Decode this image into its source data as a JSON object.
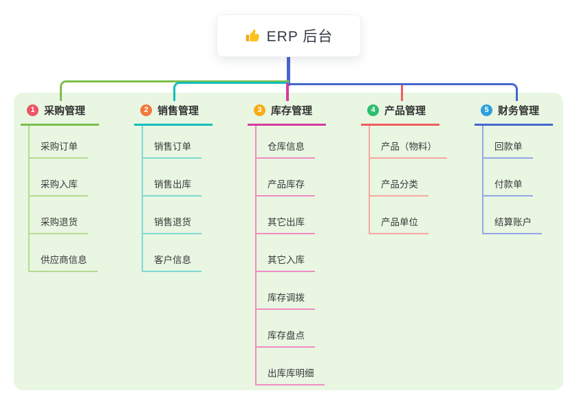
{
  "root": {
    "title": "ERP 后台",
    "icon": "thumbs-up-icon"
  },
  "colors": {
    "trunk": "#4766cf",
    "panel_bg": "#e8f6e2",
    "root_text": "#333b44",
    "child_text": "#3a3a3a"
  },
  "branches": [
    {
      "badge": "1",
      "title": "采购管理",
      "badge_color": "#ed5565",
      "line_color": "#7cbe4b",
      "child_line_color": "#b5db8e",
      "children": [
        "采购订单",
        "采购入库",
        "采购退货",
        "供应商信息"
      ]
    },
    {
      "badge": "2",
      "title": "销售管理",
      "badge_color": "#f0793a",
      "line_color": "#10bfb9",
      "child_line_color": "#7ed8d3",
      "children": [
        "销售订单",
        "销售出库",
        "销售退货",
        "客户信息"
      ]
    },
    {
      "badge": "3",
      "title": "库存管理",
      "badge_color": "#f7ac16",
      "line_color": "#d63aa0",
      "child_line_color": "#f18cc4",
      "children": [
        "仓库信息",
        "产品库存",
        "其它出库",
        "其它入库",
        "库存调拨",
        "库存盘点",
        "出库库明细"
      ]
    },
    {
      "badge": "4",
      "title": "产品管理",
      "badge_color": "#2dbd6e",
      "line_color": "#f15b5b",
      "child_line_color": "#f7a7a1",
      "children": [
        "产品（物料）",
        "产品分类",
        "产品单位"
      ]
    },
    {
      "badge": "5",
      "title": "财务管理",
      "badge_color": "#2e9fdf",
      "line_color": "#4467ce",
      "child_line_color": "#93a7e4",
      "children": [
        "回款单",
        "付款单",
        "结算账户"
      ]
    }
  ]
}
